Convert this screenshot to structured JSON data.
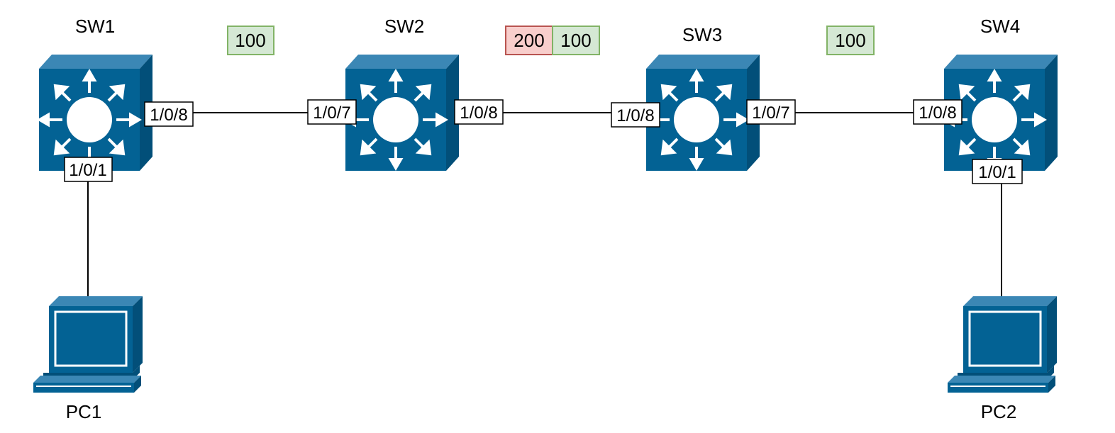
{
  "colors": {
    "device_front": "#036294",
    "device_side": "#024f79",
    "device_top": "#3b87b5",
    "arrow": "#ffffff",
    "link": "#000000",
    "vlan_ok_fill": "#d5e8d4",
    "vlan_ok_border": "#82b366",
    "vlan_bad_fill": "#f8cecc",
    "vlan_bad_border": "#b85450",
    "port_fill": "#ffffff",
    "port_border": "#000000"
  },
  "switches": [
    {
      "id": "sw1",
      "name": "SW1",
      "icon": "layer3-switch-icon"
    },
    {
      "id": "sw2",
      "name": "SW2",
      "icon": "layer3-switch-icon"
    },
    {
      "id": "sw3",
      "name": "SW3",
      "icon": "layer3-switch-icon"
    },
    {
      "id": "sw4",
      "name": "SW4",
      "icon": "layer3-switch-icon"
    }
  ],
  "pcs": [
    {
      "id": "pc1",
      "name": "PC1",
      "icon": "pc-icon"
    },
    {
      "id": "pc2",
      "name": "PC2",
      "icon": "pc-icon"
    }
  ],
  "links": [
    {
      "id": "sw1-sw2",
      "from_port": "1/0/8",
      "to_port": "1/0/7",
      "vlans": [
        {
          "value": "100",
          "status": "ok"
        }
      ]
    },
    {
      "id": "sw2-sw3",
      "from_port": "1/0/8",
      "to_port": "1/0/8",
      "vlans": [
        {
          "value": "200",
          "status": "bad"
        },
        {
          "value": "100",
          "status": "ok"
        }
      ]
    },
    {
      "id": "sw3-sw4",
      "from_port": "1/0/7",
      "to_port": "1/0/8",
      "vlans": [
        {
          "value": "100",
          "status": "ok"
        }
      ]
    },
    {
      "id": "sw1-pc1",
      "from_port": "1/0/1",
      "vlans": []
    },
    {
      "id": "sw4-pc2",
      "from_port": "1/0/1",
      "vlans": []
    }
  ]
}
